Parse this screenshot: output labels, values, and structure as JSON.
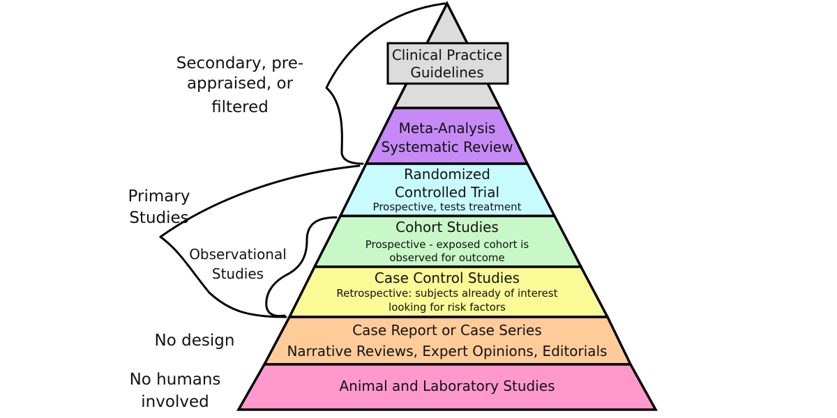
{
  "pyramid": {
    "apex_color": "#dcdcdc",
    "callout": {
      "lines": [
        "Clinical Practice",
        "Guidelines"
      ],
      "fill": "#dcdcdc"
    },
    "tiers": [
      {
        "id": "meta",
        "lines": [
          "Meta-Analysis",
          "Systematic Review"
        ],
        "sub": [],
        "color": "#c58af5"
      },
      {
        "id": "rct",
        "lines": [
          "Randomized",
          "Controlled Trial"
        ],
        "sub": [
          "Prospective, tests treatment"
        ],
        "color": "#c8fbff"
      },
      {
        "id": "cohort",
        "lines": [
          "Cohort Studies"
        ],
        "sub": [
          "Prospective - exposed cohort is",
          "observed for outcome"
        ],
        "color": "#c8f7c8"
      },
      {
        "id": "case-control",
        "lines": [
          "Case Control Studies"
        ],
        "sub": [
          "Retrospective: subjects already of interest",
          "looking for risk factors"
        ],
        "color": "#fafa96"
      },
      {
        "id": "case-report",
        "lines": [
          "Case Report or Case Series",
          "Narrative Reviews, Expert Opinions, Editorials"
        ],
        "sub": [],
        "color": "#ffcc99"
      },
      {
        "id": "animal",
        "lines": [
          "Animal and Laboratory Studies"
        ],
        "sub": [],
        "color": "#ff99cc"
      }
    ]
  },
  "side_labels": {
    "secondary": [
      "Secondary, pre-",
      "appraised, or",
      "filtered"
    ],
    "primary": [
      "Primary",
      "Studies"
    ],
    "observational": [
      "Observational",
      "Studies"
    ],
    "no_design": [
      "No design"
    ],
    "no_humans": [
      "No humans",
      "involved"
    ]
  }
}
